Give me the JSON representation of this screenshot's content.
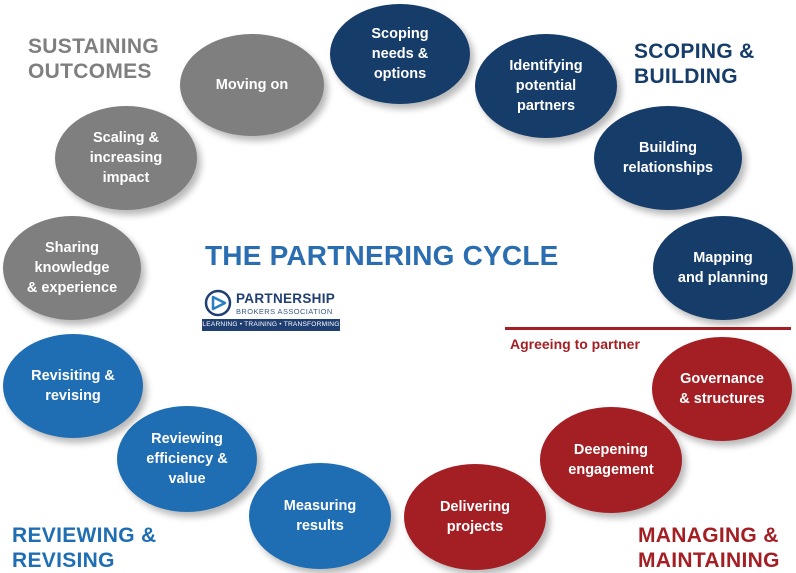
{
  "colors": {
    "scoping": "#163c6a",
    "managing": "#a31f24",
    "reviewing": "#1f6eb4",
    "sustaining": "#7f7f7f",
    "title": "#2a6db0"
  },
  "title": "THE PARTNERING CYCLE",
  "phases": {
    "scoping": [
      "SCOPING &",
      "BUILDING"
    ],
    "managing": [
      "MANAGING &",
      "MAINTAINING"
    ],
    "reviewing": [
      "REVIEWING &",
      "REVISING"
    ],
    "sustaining": [
      "SUSTAINING",
      "OUTCOMES"
    ]
  },
  "agreeing_label": "Agreeing to partner",
  "logo": {
    "name": "PARTNERSHIP",
    "sub": "BROKERS ASSOCIATION",
    "tagline": "LEARNING • TRAINING • TRANSFORMING"
  },
  "stages": [
    {
      "label": "Scoping\nneeds &\noptions",
      "phase": "scoping"
    },
    {
      "label": "Identifying\npotential\npartners",
      "phase": "scoping"
    },
    {
      "label": "Building\nrelationships",
      "phase": "scoping"
    },
    {
      "label": "Mapping\nand planning",
      "phase": "scoping"
    },
    {
      "label": "Governance\n& structures",
      "phase": "managing"
    },
    {
      "label": "Deepening\nengagement",
      "phase": "managing"
    },
    {
      "label": "Delivering\nprojects",
      "phase": "managing"
    },
    {
      "label": "Measuring\nresults",
      "phase": "reviewing"
    },
    {
      "label": "Reviewing\nefficiency &\nvalue",
      "phase": "reviewing"
    },
    {
      "label": "Revisiting &\nrevising",
      "phase": "reviewing"
    },
    {
      "label": "Sharing\nknowledge\n& experience",
      "phase": "sustaining"
    },
    {
      "label": "Scaling &\nincreasing\nimpact",
      "phase": "sustaining"
    },
    {
      "label": "Moving on",
      "phase": "sustaining"
    }
  ]
}
